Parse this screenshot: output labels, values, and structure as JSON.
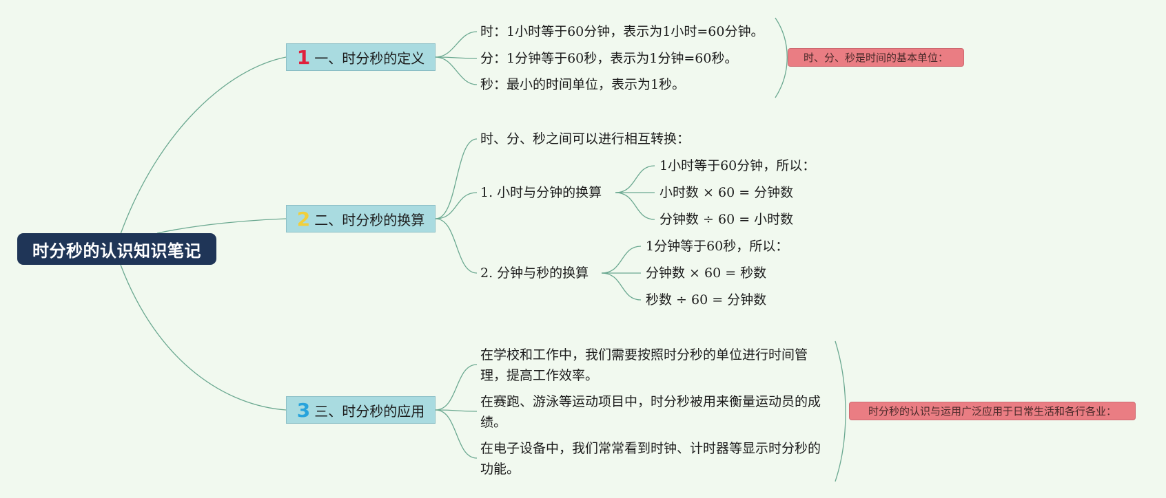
{
  "root": {
    "title": "时分秒的认识知识笔记"
  },
  "branch1": {
    "number": "1",
    "number_color": "#e0203c",
    "label": "一、时分秒的定义",
    "leaves": [
      "时：1小时等于60分钟，表示为1小时=60分钟。",
      "分：1分钟等于60秒，表示为1分钟=60秒。",
      "秒：最小的时间单位，表示为1秒。"
    ],
    "note": "时、分、秒是时间的基本单位："
  },
  "branch2": {
    "number": "2",
    "number_color": "#f1cf3b",
    "label": "二、时分秒的换算",
    "intro": "时、分、秒之间可以进行相互转换：",
    "sub1": {
      "label": "1. 小时与分钟的换算",
      "leaves": [
        "1小时等于60分钟，所以：",
        "小时数 × 60 = 分钟数",
        "分钟数 ÷ 60 = 小时数"
      ]
    },
    "sub2": {
      "label": "2. 分钟与秒的换算",
      "leaves": [
        "1分钟等于60秒，所以：",
        "分钟数 × 60 = 秒数",
        "秒数 ÷ 60 = 分钟数"
      ]
    }
  },
  "branch3": {
    "number": "3",
    "number_color": "#27a3dc",
    "label": "三、时分秒的应用",
    "leaves": [
      "在学校和工作中，我们需要按照时分秒的单位进行时间管理，提高工作效率。",
      "在赛跑、游泳等运动项目中，时分秒被用来衡量运动员的成绩。",
      "在电子设备中，我们常常看到时钟、计时器等显示时分秒的功能。"
    ],
    "note": "时分秒的认识与运用广泛应用于日常生活和各行各业："
  },
  "colors": {
    "line": "#6aa890",
    "background": "#f1f9ef",
    "root": "#1f3557",
    "branch": "#a9dbe0",
    "note": "#ea7d83"
  }
}
